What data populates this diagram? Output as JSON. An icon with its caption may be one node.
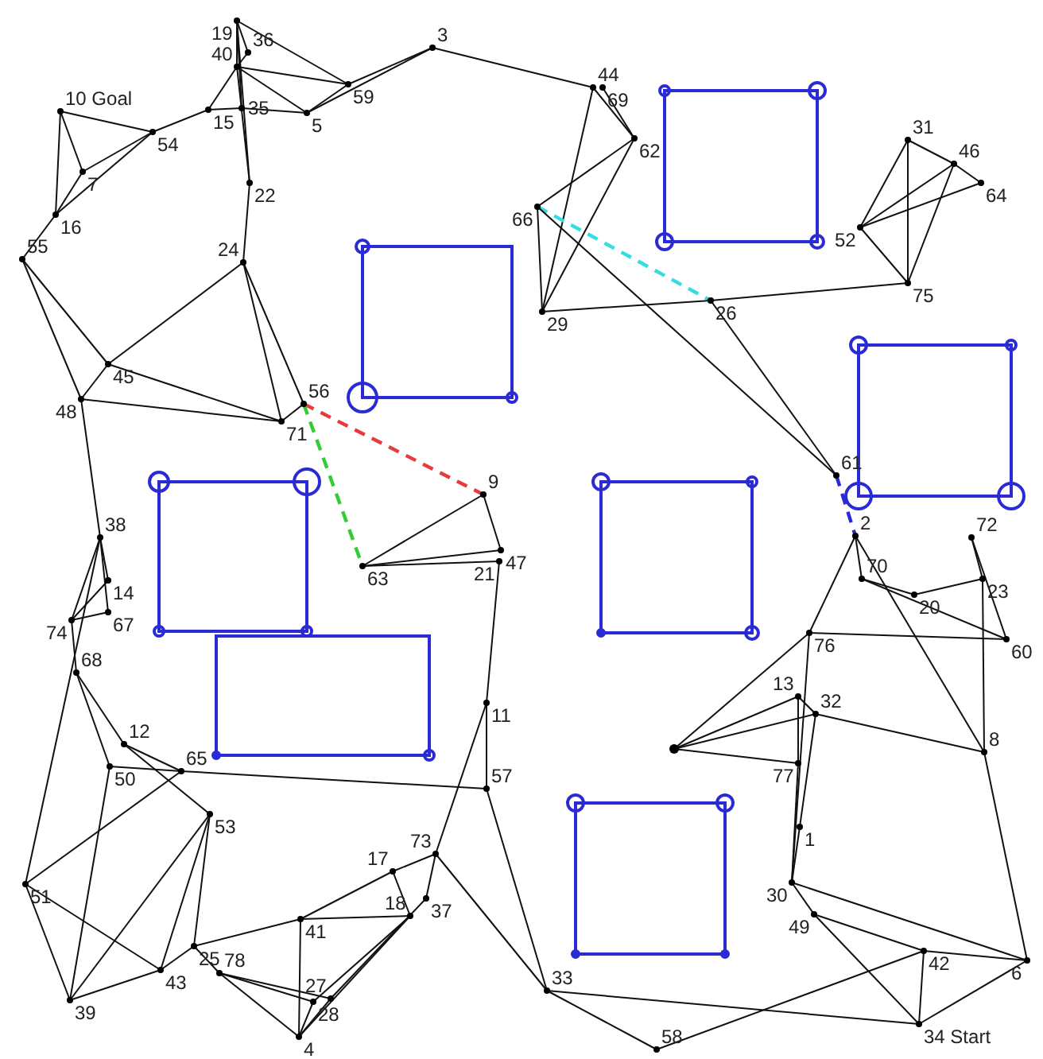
{
  "diagram": {
    "nodes": [
      {
        "text": [
          "19"
        ]
      },
      {
        "text": [
          "36"
        ]
      },
      {
        "text": [
          "40"
        ]
      },
      {
        "text": [
          "59"
        ]
      },
      {
        "text": [
          "3"
        ]
      },
      {
        "text": [
          "10 Goal"
        ]
      },
      {
        "text": [
          "54"
        ]
      },
      {
        "text": [
          "15"
        ]
      },
      {
        "text": [
          "35"
        ]
      },
      {
        "text": [
          "5"
        ]
      },
      {
        "text": [
          "7"
        ]
      },
      {
        "text": [
          "22"
        ]
      },
      {
        "text": [
          "16"
        ]
      },
      {
        "text": [
          "55"
        ]
      },
      {
        "text": [
          "24"
        ]
      },
      {
        "text": [
          "44"
        ]
      },
      {
        "text": [
          "69"
        ]
      },
      {
        "text": [
          "62"
        ]
      },
      {
        "text": [
          "66"
        ]
      },
      {
        "text": [
          "29"
        ]
      },
      {
        "text": [
          "26"
        ]
      },
      {
        "text": [
          "31"
        ]
      },
      {
        "text": [
          "46"
        ]
      },
      {
        "text": [
          "64"
        ]
      },
      {
        "text": [
          "52"
        ]
      },
      {
        "text": [
          "75"
        ]
      },
      {
        "text": [
          "45"
        ]
      },
      {
        "text": [
          "48"
        ]
      },
      {
        "text": [
          "71"
        ]
      },
      {
        "text": [
          "56"
        ]
      },
      {
        "text": [
          "9"
        ]
      },
      {
        "text": [
          "63"
        ]
      },
      {
        "text": [
          "47"
        ]
      },
      {
        "text": [
          "21"
        ]
      },
      {
        "text": [
          "38"
        ]
      },
      {
        "text": [
          "14"
        ]
      },
      {
        "text": [
          "67"
        ]
      },
      {
        "text": [
          "74"
        ]
      },
      {
        "text": [
          "68"
        ]
      },
      {
        "text": [
          "11"
        ]
      },
      {
        "text": [
          "61"
        ]
      },
      {
        "text": [
          "2"
        ]
      },
      {
        "text": [
          "72"
        ]
      },
      {
        "text": [
          "70"
        ]
      },
      {
        "text": [
          "23"
        ]
      },
      {
        "text": [
          "20"
        ]
      },
      {
        "text": [
          "76"
        ]
      },
      {
        "text": [
          "60"
        ]
      },
      {
        "text": [
          "13"
        ]
      },
      {
        "text": [
          "32"
        ]
      },
      {
        "text": [
          "8"
        ]
      },
      {
        "text": [
          "77"
        ]
      },
      {
        "text": [
          "1"
        ]
      },
      {
        "text": [
          "30"
        ]
      },
      {
        "text": [
          "49"
        ]
      },
      {
        "text": [
          "42"
        ]
      },
      {
        "text": [
          "6"
        ]
      },
      {
        "text": [
          "34 Start"
        ]
      },
      {
        "text": [
          "58"
        ]
      },
      {
        "text": [
          "33"
        ]
      },
      {
        "text": [
          "12"
        ]
      },
      {
        "text": [
          "50"
        ]
      },
      {
        "text": [
          "65"
        ]
      },
      {
        "text": [
          "57"
        ]
      },
      {
        "text": [
          "53"
        ]
      },
      {
        "text": [
          "73"
        ]
      },
      {
        "text": [
          "17"
        ]
      },
      {
        "text": [
          "37"
        ]
      },
      {
        "text": [
          "18"
        ]
      },
      {
        "text": [
          "41"
        ]
      },
      {
        "text": [
          "51"
        ]
      },
      {
        "text": [
          "25"
        ]
      },
      {
        "text": [
          "43"
        ]
      },
      {
        "text": [
          "78"
        ]
      },
      {
        "text": [
          "28"
        ]
      },
      {
        "text": [
          "27"
        ]
      },
      {
        "text": [
          "39"
        ]
      },
      {
        "text": [
          "4"
        ]
      },
      {
        "text": [],
        "shape": "circle"
      }
    ],
    "edges": [
      {
        "from": 0,
        "to": 1,
        "arrow": "none"
      },
      {
        "from": 0,
        "to": 2,
        "arrow": "none"
      },
      {
        "from": 0,
        "to": 8,
        "arrow": "none"
      },
      {
        "from": 0,
        "to": 11,
        "arrow": "none"
      },
      {
        "from": 0,
        "to": 3,
        "arrow": "none"
      },
      {
        "from": 1,
        "to": 2,
        "arrow": "none"
      },
      {
        "from": 2,
        "to": 7,
        "arrow": "none"
      },
      {
        "from": 2,
        "to": 3,
        "arrow": "none"
      },
      {
        "from": 2,
        "to": 9,
        "arrow": "none"
      },
      {
        "from": 2,
        "to": 11,
        "arrow": "none"
      },
      {
        "from": 8,
        "to": 7,
        "arrow": "none"
      },
      {
        "from": 8,
        "to": 9,
        "arrow": "none"
      },
      {
        "from": 9,
        "to": 3,
        "arrow": "none"
      },
      {
        "from": 3,
        "to": 4,
        "arrow": "none"
      },
      {
        "from": 9,
        "to": 4,
        "arrow": "none"
      },
      {
        "from": 4,
        "to": 15,
        "arrow": "none"
      },
      {
        "from": 7,
        "to": 6,
        "arrow": "none"
      },
      {
        "from": 6,
        "to": 5,
        "arrow": "none"
      },
      {
        "from": 6,
        "to": 10,
        "arrow": "none"
      },
      {
        "from": 6,
        "to": 12,
        "arrow": "none"
      },
      {
        "from": 5,
        "to": 10,
        "arrow": "none"
      },
      {
        "from": 5,
        "to": 12,
        "arrow": "none"
      },
      {
        "from": 10,
        "to": 12,
        "arrow": "none"
      },
      {
        "from": 12,
        "to": 13,
        "arrow": "none"
      },
      {
        "from": 11,
        "to": 14,
        "arrow": "none"
      },
      {
        "from": 13,
        "to": 26,
        "arrow": "none"
      },
      {
        "from": 13,
        "to": 27,
        "arrow": "none"
      },
      {
        "from": 14,
        "to": 26,
        "arrow": "none"
      },
      {
        "from": 14,
        "to": 28,
        "arrow": "none"
      },
      {
        "from": 14,
        "to": 29,
        "arrow": "none"
      },
      {
        "from": 26,
        "to": 27,
        "arrow": "none"
      },
      {
        "from": 26,
        "to": 28,
        "arrow": "none"
      },
      {
        "from": 27,
        "to": 28,
        "arrow": "none"
      },
      {
        "from": 27,
        "to": 34,
        "arrow": "none"
      },
      {
        "from": 15,
        "to": 17,
        "arrow": "none"
      },
      {
        "from": 15,
        "to": 19,
        "arrow": "none"
      },
      {
        "from": 16,
        "to": 17,
        "arrow": "none"
      },
      {
        "from": 17,
        "to": 18,
        "arrow": "none"
      },
      {
        "from": 17,
        "to": 19,
        "arrow": "none"
      },
      {
        "from": 18,
        "to": 19,
        "arrow": "none"
      },
      {
        "from": 18,
        "to": 20,
        "arrow": "none",
        "style": "dashed",
        "color": "#33dde0"
      },
      {
        "from": 18,
        "to": 40,
        "arrow": "none"
      },
      {
        "from": 19,
        "to": 20,
        "arrow": "none"
      },
      {
        "from": 20,
        "to": 25,
        "arrow": "none"
      },
      {
        "from": 20,
        "to": 40,
        "arrow": "none"
      },
      {
        "from": 21,
        "to": 24,
        "arrow": "none"
      },
      {
        "from": 21,
        "to": 22,
        "arrow": "none"
      },
      {
        "from": 21,
        "to": 25,
        "arrow": "none"
      },
      {
        "from": 22,
        "to": 24,
        "arrow": "none"
      },
      {
        "from": 22,
        "to": 25,
        "arrow": "none"
      },
      {
        "from": 23,
        "to": 24,
        "arrow": "none"
      },
      {
        "from": 22,
        "to": 23,
        "arrow": "none"
      },
      {
        "from": 24,
        "to": 25,
        "arrow": "none"
      },
      {
        "from": 28,
        "to": 29,
        "arrow": "none"
      },
      {
        "from": 29,
        "to": 30,
        "arrow": "none",
        "style": "dashed",
        "color": "#e83a3a"
      },
      {
        "from": 29,
        "to": 31,
        "arrow": "none",
        "style": "dashed",
        "color": "#33cc33"
      },
      {
        "from": 30,
        "to": 31,
        "arrow": "none"
      },
      {
        "from": 30,
        "to": 32,
        "arrow": "none"
      },
      {
        "from": 31,
        "to": 32,
        "arrow": "none"
      },
      {
        "from": 31,
        "to": 33,
        "arrow": "none"
      },
      {
        "from": 33,
        "to": 39,
        "arrow": "none"
      },
      {
        "from": 39,
        "to": 63,
        "arrow": "none"
      },
      {
        "from": 63,
        "to": 59,
        "arrow": "none"
      },
      {
        "from": 63,
        "to": 62,
        "arrow": "none"
      },
      {
        "from": 34,
        "to": 35,
        "arrow": "none"
      },
      {
        "from": 34,
        "to": 37,
        "arrow": "none"
      },
      {
        "from": 34,
        "to": 36,
        "arrow": "none"
      },
      {
        "from": 35,
        "to": 37,
        "arrow": "none"
      },
      {
        "from": 37,
        "to": 36,
        "arrow": "none"
      },
      {
        "from": 37,
        "to": 38,
        "arrow": "none"
      },
      {
        "from": 38,
        "to": 60,
        "arrow": "none"
      },
      {
        "from": 38,
        "to": 61,
        "arrow": "none"
      },
      {
        "from": 34,
        "to": 70,
        "arrow": "none"
      },
      {
        "from": 60,
        "to": 62,
        "arrow": "none"
      },
      {
        "from": 60,
        "to": 64,
        "arrow": "none"
      },
      {
        "from": 61,
        "to": 62,
        "arrow": "none"
      },
      {
        "from": 61,
        "to": 76,
        "arrow": "none"
      },
      {
        "from": 62,
        "to": 70,
        "arrow": "none"
      },
      {
        "from": 64,
        "to": 76,
        "arrow": "none"
      },
      {
        "from": 64,
        "to": 72,
        "arrow": "none"
      },
      {
        "from": 64,
        "to": 71,
        "arrow": "none"
      },
      {
        "from": 70,
        "to": 76,
        "arrow": "none"
      },
      {
        "from": 70,
        "to": 72,
        "arrow": "none"
      },
      {
        "from": 76,
        "to": 72,
        "arrow": "none"
      },
      {
        "from": 72,
        "to": 71,
        "arrow": "none"
      },
      {
        "from": 71,
        "to": 69,
        "arrow": "none"
      },
      {
        "from": 71,
        "to": 73,
        "arrow": "none"
      },
      {
        "from": 73,
        "to": 74,
        "arrow": "none"
      },
      {
        "from": 73,
        "to": 75,
        "arrow": "none"
      },
      {
        "from": 73,
        "to": 77,
        "arrow": "none"
      },
      {
        "from": 69,
        "to": 77,
        "arrow": "none"
      },
      {
        "from": 69,
        "to": 68,
        "arrow": "none"
      },
      {
        "from": 69,
        "to": 66,
        "arrow": "none"
      },
      {
        "from": 77,
        "to": 74,
        "arrow": "none"
      },
      {
        "from": 77,
        "to": 75,
        "arrow": "none"
      },
      {
        "from": 77,
        "to": 68,
        "arrow": "none"
      },
      {
        "from": 74,
        "to": 68,
        "arrow": "none"
      },
      {
        "from": 75,
        "to": 67,
        "arrow": "none"
      },
      {
        "from": 66,
        "to": 68,
        "arrow": "none"
      },
      {
        "from": 66,
        "to": 65,
        "arrow": "none"
      },
      {
        "from": 65,
        "to": 67,
        "arrow": "none"
      },
      {
        "from": 65,
        "to": 39,
        "arrow": "none"
      },
      {
        "from": 65,
        "to": 59,
        "arrow": "none"
      },
      {
        "from": 59,
        "to": 57,
        "arrow": "none"
      },
      {
        "from": 59,
        "to": 58,
        "arrow": "none"
      },
      {
        "from": 58,
        "to": 55,
        "arrow": "none"
      },
      {
        "from": 40,
        "to": 41,
        "arrow": "none",
        "style": "dashed",
        "color": "#2b2bd6"
      },
      {
        "from": 41,
        "to": 43,
        "arrow": "none"
      },
      {
        "from": 41,
        "to": 46,
        "arrow": "none"
      },
      {
        "from": 41,
        "to": 50,
        "arrow": "none"
      },
      {
        "from": 43,
        "to": 45,
        "arrow": "none"
      },
      {
        "from": 43,
        "to": 47,
        "arrow": "none"
      },
      {
        "from": 45,
        "to": 44,
        "arrow": "none"
      },
      {
        "from": 42,
        "to": 47,
        "arrow": "none"
      },
      {
        "from": 42,
        "to": 44,
        "arrow": "none"
      },
      {
        "from": 44,
        "to": 50,
        "arrow": "none"
      },
      {
        "from": 46,
        "to": 47,
        "arrow": "none"
      },
      {
        "from": 46,
        "to": 78,
        "arrow": "none"
      },
      {
        "from": 46,
        "to": 53,
        "arrow": "none"
      },
      {
        "from": 78,
        "to": 48,
        "arrow": "none"
      },
      {
        "from": 78,
        "to": 49,
        "arrow": "none"
      },
      {
        "from": 78,
        "to": 51,
        "arrow": "none"
      },
      {
        "from": 48,
        "to": 49,
        "arrow": "none"
      },
      {
        "from": 49,
        "to": 50,
        "arrow": "none"
      },
      {
        "from": 48,
        "to": 51,
        "arrow": "none"
      },
      {
        "from": 49,
        "to": 52,
        "arrow": "none"
      },
      {
        "from": 51,
        "to": 53,
        "arrow": "none"
      },
      {
        "from": 52,
        "to": 53,
        "arrow": "none"
      },
      {
        "from": 53,
        "to": 54,
        "arrow": "none"
      },
      {
        "from": 53,
        "to": 56,
        "arrow": "none"
      },
      {
        "from": 54,
        "to": 55,
        "arrow": "none"
      },
      {
        "from": 54,
        "to": 57,
        "arrow": "none"
      },
      {
        "from": 55,
        "to": 57,
        "arrow": "none"
      },
      {
        "from": 55,
        "to": 56,
        "arrow": "none"
      },
      {
        "from": 57,
        "to": 56,
        "arrow": "none"
      },
      {
        "from": 50,
        "to": 56,
        "arrow": "none"
      }
    ]
  }
}
